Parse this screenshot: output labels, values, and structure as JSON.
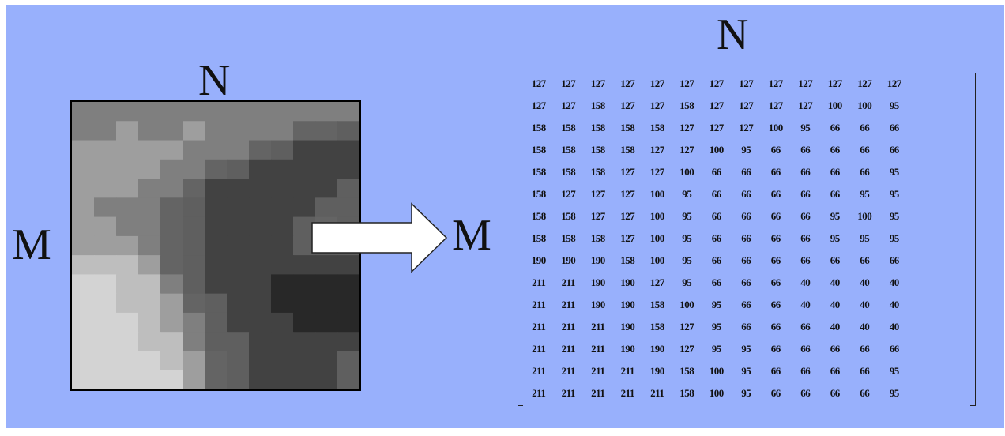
{
  "labels": {
    "image_cols": "N",
    "image_rows": "M",
    "matrix_cols": "N",
    "matrix_rows": "M"
  },
  "colors": {
    "background": "#98b0fc",
    "arrow_fill": "#ffffff",
    "border": "#000000"
  },
  "matrix": [
    [
      127,
      127,
      127,
      127,
      127,
      127,
      127,
      127,
      127,
      127,
      127,
      127,
      127
    ],
    [
      127,
      127,
      158,
      127,
      127,
      158,
      127,
      127,
      127,
      127,
      100,
      100,
      95
    ],
    [
      158,
      158,
      158,
      158,
      158,
      127,
      127,
      127,
      100,
      95,
      66,
      66,
      66
    ],
    [
      158,
      158,
      158,
      158,
      127,
      127,
      100,
      95,
      66,
      66,
      66,
      66,
      66
    ],
    [
      158,
      158,
      158,
      127,
      127,
      100,
      66,
      66,
      66,
      66,
      66,
      66,
      95
    ],
    [
      158,
      127,
      127,
      127,
      100,
      95,
      66,
      66,
      66,
      66,
      66,
      95,
      95
    ],
    [
      158,
      158,
      127,
      127,
      100,
      95,
      66,
      66,
      66,
      66,
      95,
      100,
      95
    ],
    [
      158,
      158,
      158,
      127,
      100,
      95,
      66,
      66,
      66,
      66,
      95,
      95,
      95
    ],
    [
      190,
      190,
      190,
      158,
      100,
      95,
      66,
      66,
      66,
      66,
      66,
      66,
      66
    ],
    [
      211,
      211,
      190,
      190,
      127,
      95,
      66,
      66,
      66,
      40,
      40,
      40,
      40
    ],
    [
      211,
      211,
      190,
      190,
      158,
      100,
      95,
      66,
      66,
      40,
      40,
      40,
      40
    ],
    [
      211,
      211,
      211,
      190,
      158,
      127,
      95,
      66,
      66,
      66,
      40,
      40,
      40
    ],
    [
      211,
      211,
      211,
      190,
      190,
      127,
      95,
      95,
      66,
      66,
      66,
      66,
      66
    ],
    [
      211,
      211,
      211,
      211,
      190,
      158,
      100,
      95,
      66,
      66,
      66,
      66,
      95
    ],
    [
      211,
      211,
      211,
      211,
      211,
      158,
      100,
      95,
      66,
      66,
      66,
      66,
      95
    ]
  ]
}
